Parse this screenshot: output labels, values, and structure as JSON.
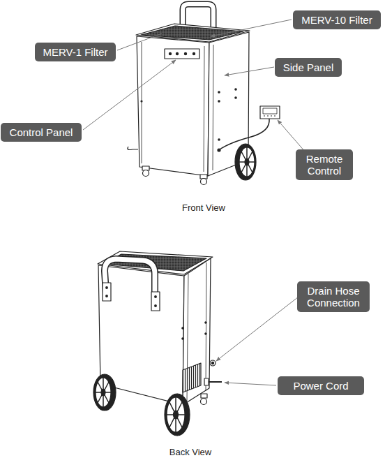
{
  "diagram": {
    "nodes": [
      {
        "text": [
          "MERV-10 Filter"
        ]
      },
      {
        "text": [
          "MERV-1 Filter"
        ]
      },
      {
        "text": [
          "Side Panel"
        ]
      },
      {
        "text": [
          "Control Panel"
        ]
      },
      {
        "text": [
          "Remote Control"
        ]
      },
      {
        "text": [
          "Drain Hose Connection"
        ]
      },
      {
        "text": [
          "Power Cord"
        ]
      }
    ],
    "labels": [
      "Front View",
      "Back View"
    ]
  }
}
